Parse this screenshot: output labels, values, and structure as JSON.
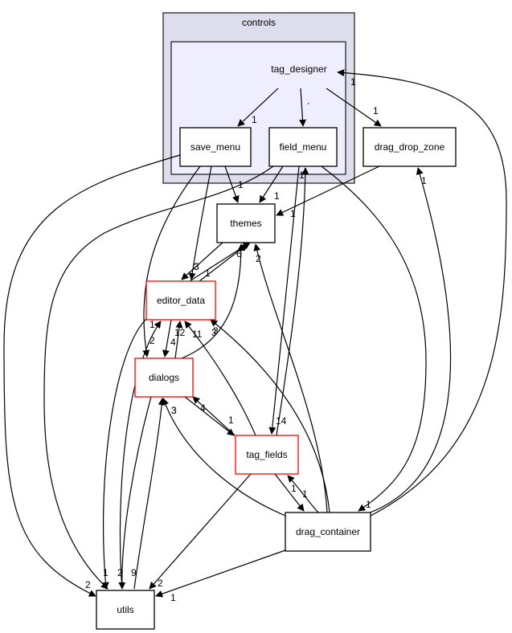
{
  "diagram": {
    "type": "directory-dependency-graph",
    "clusters": [
      {
        "id": "controls",
        "label": "controls",
        "fill": "#ddddee",
        "stroke": "#404040"
      },
      {
        "id": "tag_designer_cluster",
        "label": "tag_designer",
        "fill": "#eeeeff",
        "stroke": "#404040"
      }
    ],
    "nodes": [
      {
        "id": "save_menu",
        "label": "save_menu",
        "border": "#000000"
      },
      {
        "id": "field_menu",
        "label": "field_menu",
        "border": "#000000"
      },
      {
        "id": "drag_drop_zone",
        "label": "drag_drop_zone",
        "border": "#000000"
      },
      {
        "id": "themes",
        "label": "themes",
        "border": "#000000"
      },
      {
        "id": "editor_data",
        "label": "editor_data",
        "border": "#ff0000"
      },
      {
        "id": "dialogs",
        "label": "dialogs",
        "border": "#ff0000"
      },
      {
        "id": "tag_fields",
        "label": "tag_fields",
        "border": "#ff0000"
      },
      {
        "id": "drag_container",
        "label": "drag_container",
        "border": "#000000"
      },
      {
        "id": "utils",
        "label": "utils",
        "border": "#000000"
      }
    ],
    "edges": [
      {
        "from": "tag_designer",
        "to": "save_menu",
        "label": "1"
      },
      {
        "from": "tag_designer",
        "to": "field_menu",
        "label": "´"
      },
      {
        "from": "tag_designer",
        "to": "drag_drop_zone",
        "label": "1"
      },
      {
        "from": "save_menu",
        "to": "themes",
        "label": "1"
      },
      {
        "from": "save_menu",
        "to": "editor_data",
        "label": "3"
      },
      {
        "from": "save_menu",
        "to": "dialogs",
        "label": "2"
      },
      {
        "from": "save_menu",
        "to": "utils",
        "label": "2"
      },
      {
        "from": "field_menu",
        "to": "themes",
        "label": "1"
      },
      {
        "from": "field_menu",
        "to": "tag_fields",
        "label": "14"
      },
      {
        "from": "field_menu",
        "to": "utils",
        "label": "1"
      },
      {
        "from": "field_menu",
        "to": "drag_container",
        "label": "1"
      },
      {
        "from": "drag_drop_zone",
        "to": "themes",
        "label": "1"
      },
      {
        "from": "editor_data",
        "to": "themes",
        "label": "6"
      },
      {
        "from": "themes",
        "to": "editor_data",
        "label": "3"
      },
      {
        "from": "editor_data",
        "to": "themes",
        "label": "1"
      },
      {
        "from": "editor_data",
        "to": "dialogs",
        "label": "4"
      },
      {
        "from": "editor_data",
        "to": "utils",
        "label": "2"
      },
      {
        "from": "dialogs",
        "to": "editor_data",
        "label": "12"
      },
      {
        "from": "dialogs",
        "to": "themes",
        "label": "3"
      },
      {
        "from": "dialogs",
        "to": "tag_fields",
        "label": "1"
      },
      {
        "from": "dialogs",
        "to": "utils",
        "label": "9"
      },
      {
        "from": "utils",
        "to": "editor_data",
        "label": "1"
      },
      {
        "from": "utils",
        "to": "dialogs",
        "label": "3"
      },
      {
        "from": "tag_fields",
        "to": "editor_data",
        "label": "11"
      },
      {
        "from": "tag_fields",
        "to": "dialogs",
        "label": "4"
      },
      {
        "from": "tag_fields",
        "to": "field_menu",
        "label": "1"
      },
      {
        "from": "tag_fields",
        "to": "drag_container",
        "label": "1"
      },
      {
        "from": "tag_fields",
        "to": "utils",
        "label": "2"
      },
      {
        "from": "drag_container",
        "to": "tag_fields",
        "label": "1"
      },
      {
        "from": "drag_container",
        "to": "editor_data",
        "label": "3"
      },
      {
        "from": "drag_container",
        "to": "dialogs",
        "label": "3"
      },
      {
        "from": "drag_container",
        "to": "themes",
        "label": "2"
      },
      {
        "from": "drag_container",
        "to": "drag_drop_zone",
        "label": "1"
      },
      {
        "from": "drag_container",
        "to": "tag_designer",
        "label": "1"
      },
      {
        "from": "drag_container",
        "to": "utils",
        "label": "1"
      }
    ]
  }
}
